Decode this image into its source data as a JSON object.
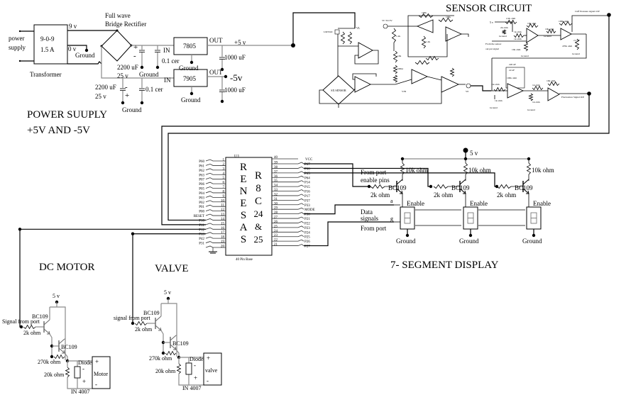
{
  "power_supply": {
    "title_line1": "POWER SUUPLY",
    "title_line2": "+5V AND -5V",
    "input_label_1": "power",
    "input_label_2": "supply",
    "transformer_rating": "9-0-9",
    "transformer_current": "1.5 A",
    "transformer_label": "Transformer",
    "v9": "9 v",
    "v0": "0 v",
    "ground": "Ground",
    "rectifier_line1": "Full wave",
    "rectifier_line2": "Bridge Rectifier",
    "cap_2200": "2200 uF",
    "cap_voltage": "25 v",
    "cap_cer": "0.1 cer",
    "reg_pos": "7805",
    "reg_neg": "7905",
    "in_label": "IN",
    "out_label": "OUT",
    "pos_out": "+5 v",
    "neg_out": "-5v",
    "cap_1000": "1000 uF",
    "plus": "+",
    "minus": "-"
  },
  "sensor": {
    "title": "SENSOR CIRCUIT",
    "sensor_label": "SX SENSOR",
    "lm": "LM334Z",
    "supply": "5V TO 3V",
    "r_1_2k": "1.2k",
    "r_10k": "10k",
    "r_100k": "100k",
    "r_500": "500Ω",
    "vl": "VL",
    "vin": "VIN",
    "v0": "V0",
    "five_v": "5 v",
    "r_2_2k_ohm": "2.2k ohm",
    "r_2k_ohm": "2k ohm",
    "r_1k_ohm": "1k ohm",
    "r_10k_ohm": "10k ohm",
    "r_100k_ohm": "100k ohm",
    "r_470k_ohm": "470k ohm",
    "c_220nf": "220 nF",
    "c_22nf": "22 nF",
    "c_2_2uf": "2.2 uF",
    "ground": "Ground",
    "from_sensor_1": "From the sensor",
    "from_sensor_2": "out put signal",
    "cuff_output": "Cuff Pressure signal O/P",
    "fluct_output": "Fluctuation Signal O/P"
  },
  "mcu": {
    "ref": "U1",
    "base_label": "40 Pin Base",
    "vcc": "VCC",
    "brand_letters": [
      "R",
      "E",
      "N",
      "E",
      "S",
      "A",
      "S"
    ],
    "model_letters": [
      "R",
      "8",
      "C",
      "24",
      "&",
      "25"
    ],
    "left_pins": [
      "P60",
      "P61",
      "P62",
      "P63",
      "P07",
      "P06",
      "P05",
      "P04",
      "P03",
      "P02",
      "P01",
      "P00",
      "RESET",
      "P10",
      "P11",
      "P12",
      "P13",
      "P42",
      "P31",
      ""
    ],
    "right_pins": [
      "P67",
      "P66",
      "P65",
      "P64",
      "P14",
      "P15",
      "P16",
      "P17",
      "P37",
      "P33",
      "MODE",
      "P30",
      "P21",
      "P22",
      "P23",
      "P24",
      "P25",
      "P26",
      "P27"
    ]
  },
  "display": {
    "title": "7- SEGMENT DISPLAY",
    "five_v": "5 v",
    "r_10k": "10k ohm",
    "r_2k": "2k ohm",
    "transistor": "BC109",
    "enable": "Enable",
    "from_port_enable_1": "From port",
    "from_port_enable_2": "enable pins",
    "data_1": "Data",
    "data_2": "signals",
    "from_port": "From port",
    "seg_a": "a",
    "seg_g": "g",
    "ground": "Ground"
  },
  "motor": {
    "title": "DC MOTOR",
    "five_v": "5 v",
    "signal": "Signal from port",
    "r_2k": "2k ohm",
    "transistor": "BC109",
    "r_270k": "270k ohm",
    "r_20k": "20k ohm",
    "diode": "Diode",
    "diode_part": "IN 4007",
    "load": "Motor",
    "plus": "+",
    "minus": "-"
  },
  "valve": {
    "title": "VALVE",
    "five_v": "5 v",
    "signal": "signal from port",
    "r_2k": "2k ohm",
    "transistor": "BC109",
    "r_270k": "270k ohm",
    "r_20k": "20k ohm",
    "diode": "Diode",
    "diode_part": "IN 4007",
    "load": "valve",
    "plus": "+",
    "minus": "-"
  }
}
